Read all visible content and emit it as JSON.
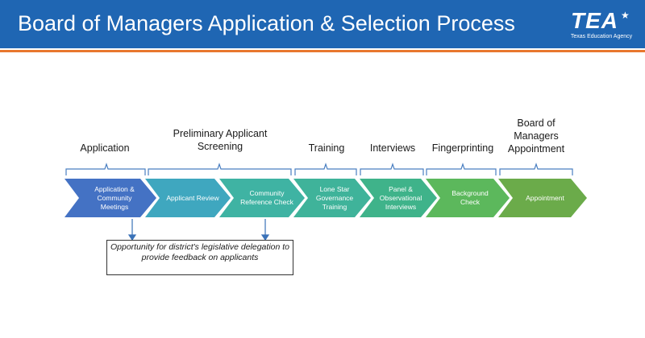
{
  "header": {
    "title": "Board of Managers Application & Selection Process",
    "logo_text": "TEA",
    "logo_subtitle": "Texas Education Agency"
  },
  "colors": {
    "header_bg": "#1f66b3",
    "accent_line": "#e8772e",
    "bracket": "#4a7fc1"
  },
  "phases": [
    {
      "label": "Application"
    },
    {
      "label": "Preliminary Applicant Screening"
    },
    {
      "label": "Training"
    },
    {
      "label": "Interviews"
    },
    {
      "label": "Fingerprinting"
    },
    {
      "label": "Board of Managers Appointment"
    }
  ],
  "steps": [
    {
      "label": "Application & Community Meetings",
      "color": "#4472c4"
    },
    {
      "label": "Applicant Review",
      "color": "#3fa7bf"
    },
    {
      "label": "Community Reference Check",
      "color": "#3fb3a3"
    },
    {
      "label": "Lone Star Governance Training",
      "color": "#3fb39a"
    },
    {
      "label": "Panel & Observational Interviews",
      "color": "#3fb38a"
    },
    {
      "label": "Background Check",
      "color": "#5cb85c"
    },
    {
      "label": "Appointment",
      "color": "#6bab4a"
    }
  ],
  "note": {
    "text": "Opportunity for district's legislative delegation to provide feedback on applicants"
  }
}
